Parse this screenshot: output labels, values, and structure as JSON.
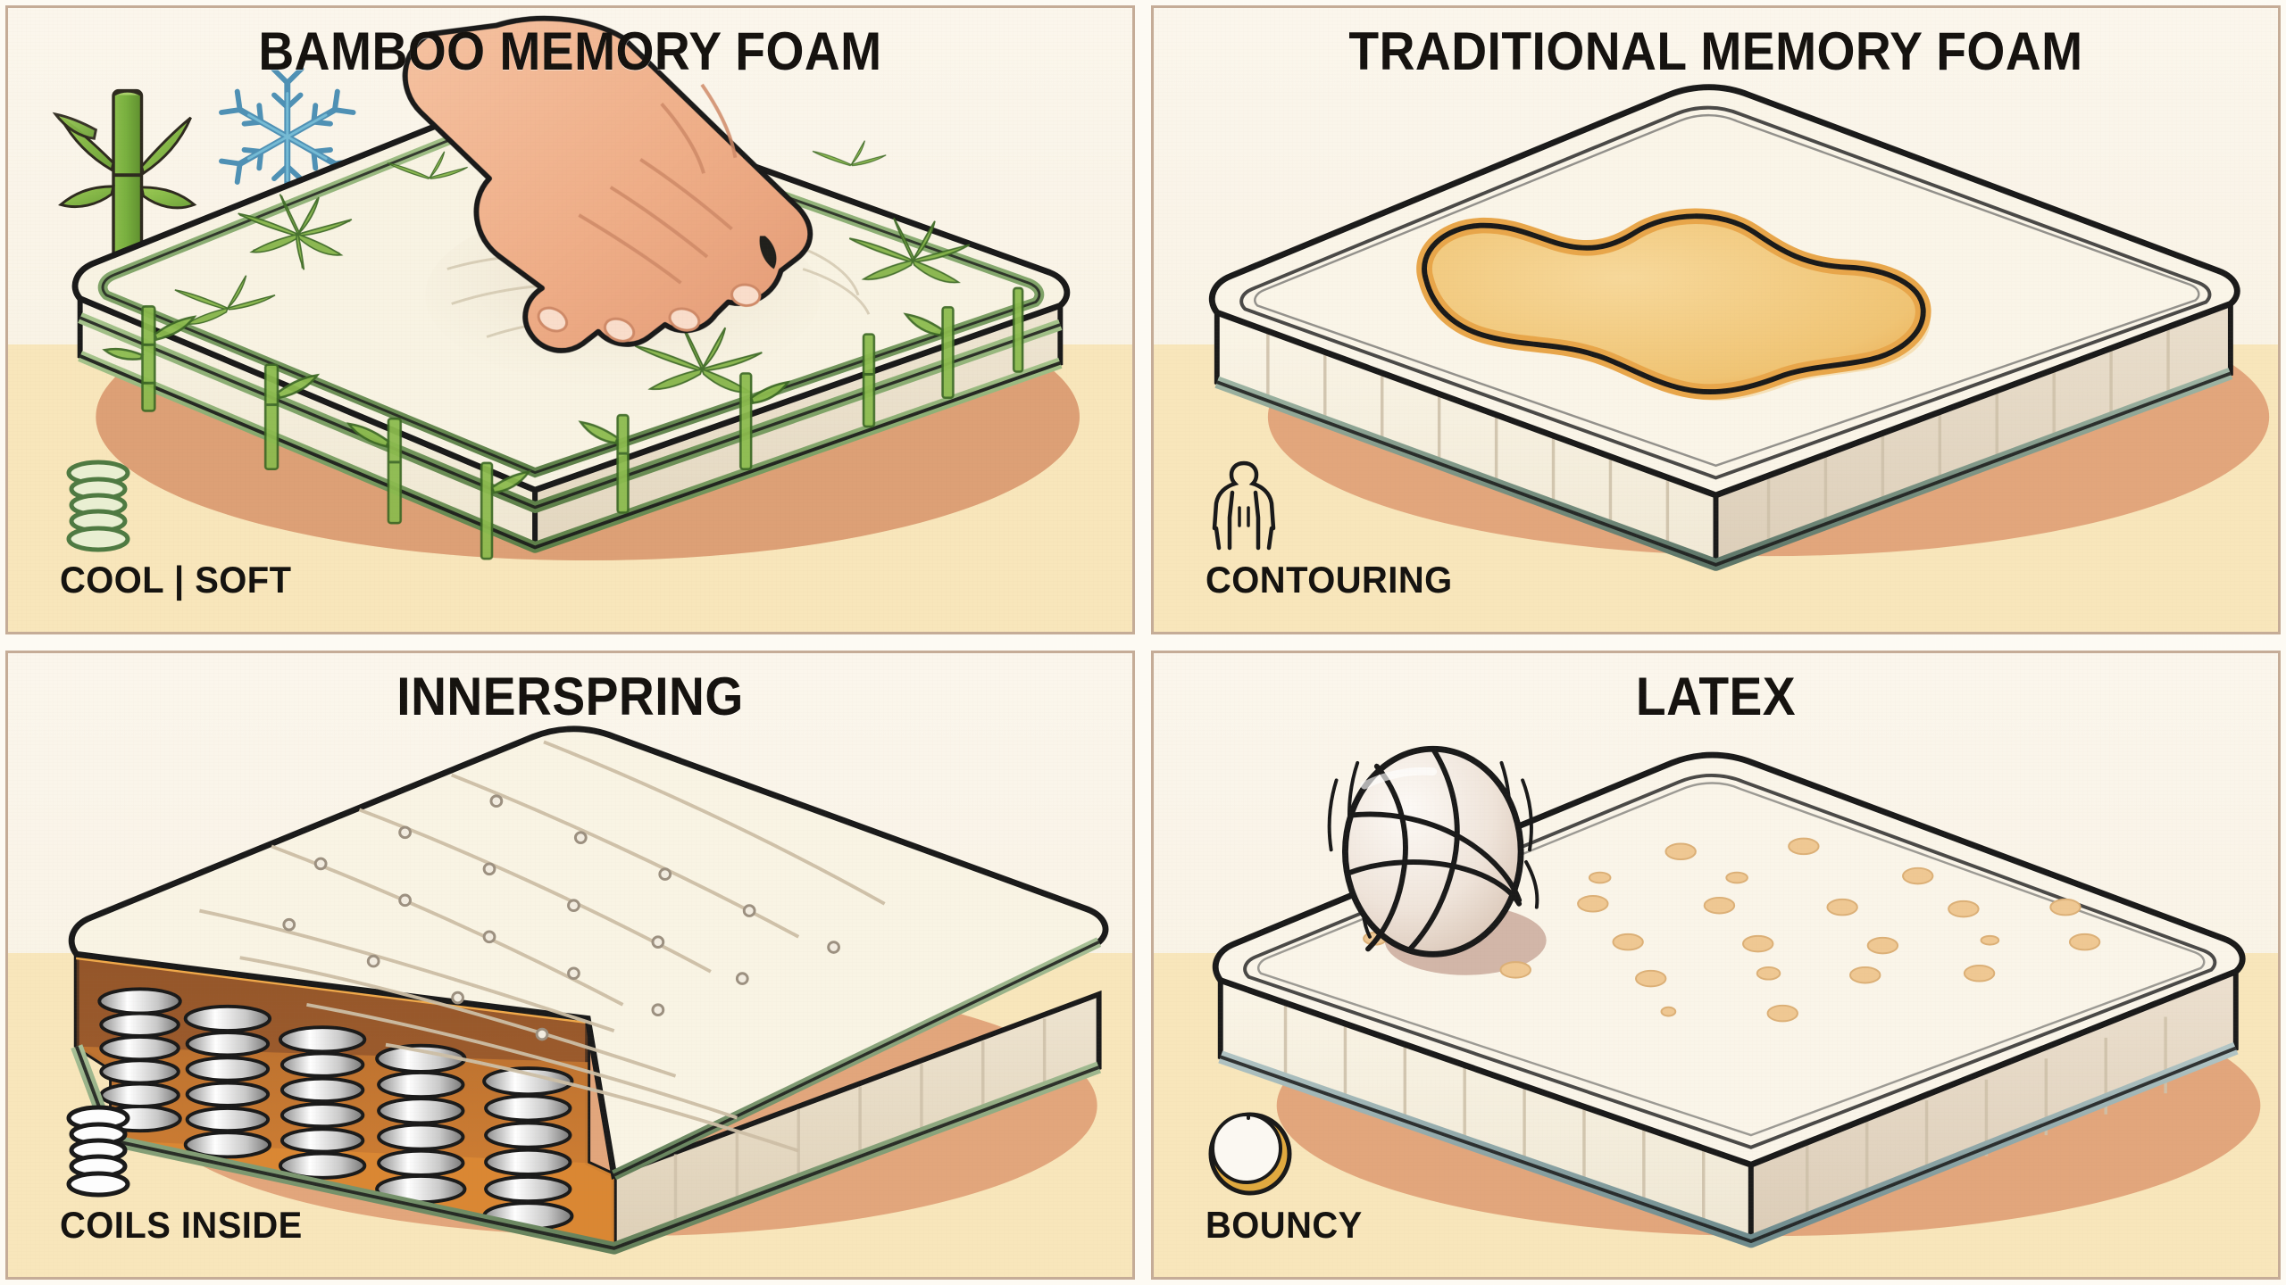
{
  "meta": {
    "layout": "2x2 comparison infographic",
    "background_color": "#faf5ea",
    "floor_color": "#f8e6bb",
    "shadow_color": "#e0a278",
    "line_color": "#1a1a1a",
    "panel_border_color": "#c5ac97"
  },
  "panels": [
    {
      "id": "bamboo-memory-foam",
      "title": "BAMBOO MEMORY FOAM",
      "caption": "COOL | SOFT",
      "badge_icon": "coil-spring-icon",
      "badge_icon_color": "#4f7a42",
      "accent_color": "#6f9b5c",
      "decor_icons": [
        "bamboo-stalk-icon",
        "snowflake-icon",
        "pressing-hand-icon"
      ],
      "snowflake_color": "#4f91b5",
      "bamboo_color": "#6aa63c",
      "hand_color": "#f0b089",
      "fabric_color": "#f7f2e2",
      "piping_color": "#7fa368"
    },
    {
      "id": "traditional-memory-foam",
      "title": "TRADITIONAL MEMORY FOAM",
      "caption": "CONTOURING",
      "badge_icon": "body-silhouette-icon",
      "badge_icon_color": "#1a1a1a",
      "accent_color": "#6e8c78",
      "decor_icons": [
        "body-impression-blob-icon"
      ],
      "impression_color": "#f0c474",
      "impression_ring_color": "#e8a64a",
      "fabric_color": "#faf5e8",
      "piping_color": "#6f8a79"
    },
    {
      "id": "innerspring",
      "title": "INNERSPRING",
      "caption": "COILS INSIDE",
      "badge_icon": "coil-spring-icon",
      "badge_icon_color": "#1a1a1a",
      "accent_color": "#7e9d72",
      "decor_icons": [
        "cutaway-coils-icon",
        "quilted-top-icon"
      ],
      "cavity_color": "#9a5b2c",
      "cavity_floor_color": "#e08b34",
      "coil_color": "#d9d9d9",
      "fabric_color": "#f7f1e0",
      "piping_color": "#7d9b6f"
    },
    {
      "id": "latex",
      "title": "LATEX",
      "caption": "BOUNCY",
      "badge_icon": "bouncing-ball-icon",
      "badge_icon_color": "#e0a93f",
      "accent_color": "#8aa6a8",
      "decor_icons": [
        "volleyball-icon",
        "motion-lines-icon",
        "pinhole-pattern-icon"
      ],
      "pinhole_color": "#efc893",
      "ball_color": "#f4ece4",
      "fabric_color": "#faf5e9",
      "piping_color": "#8aa6a8"
    }
  ]
}
